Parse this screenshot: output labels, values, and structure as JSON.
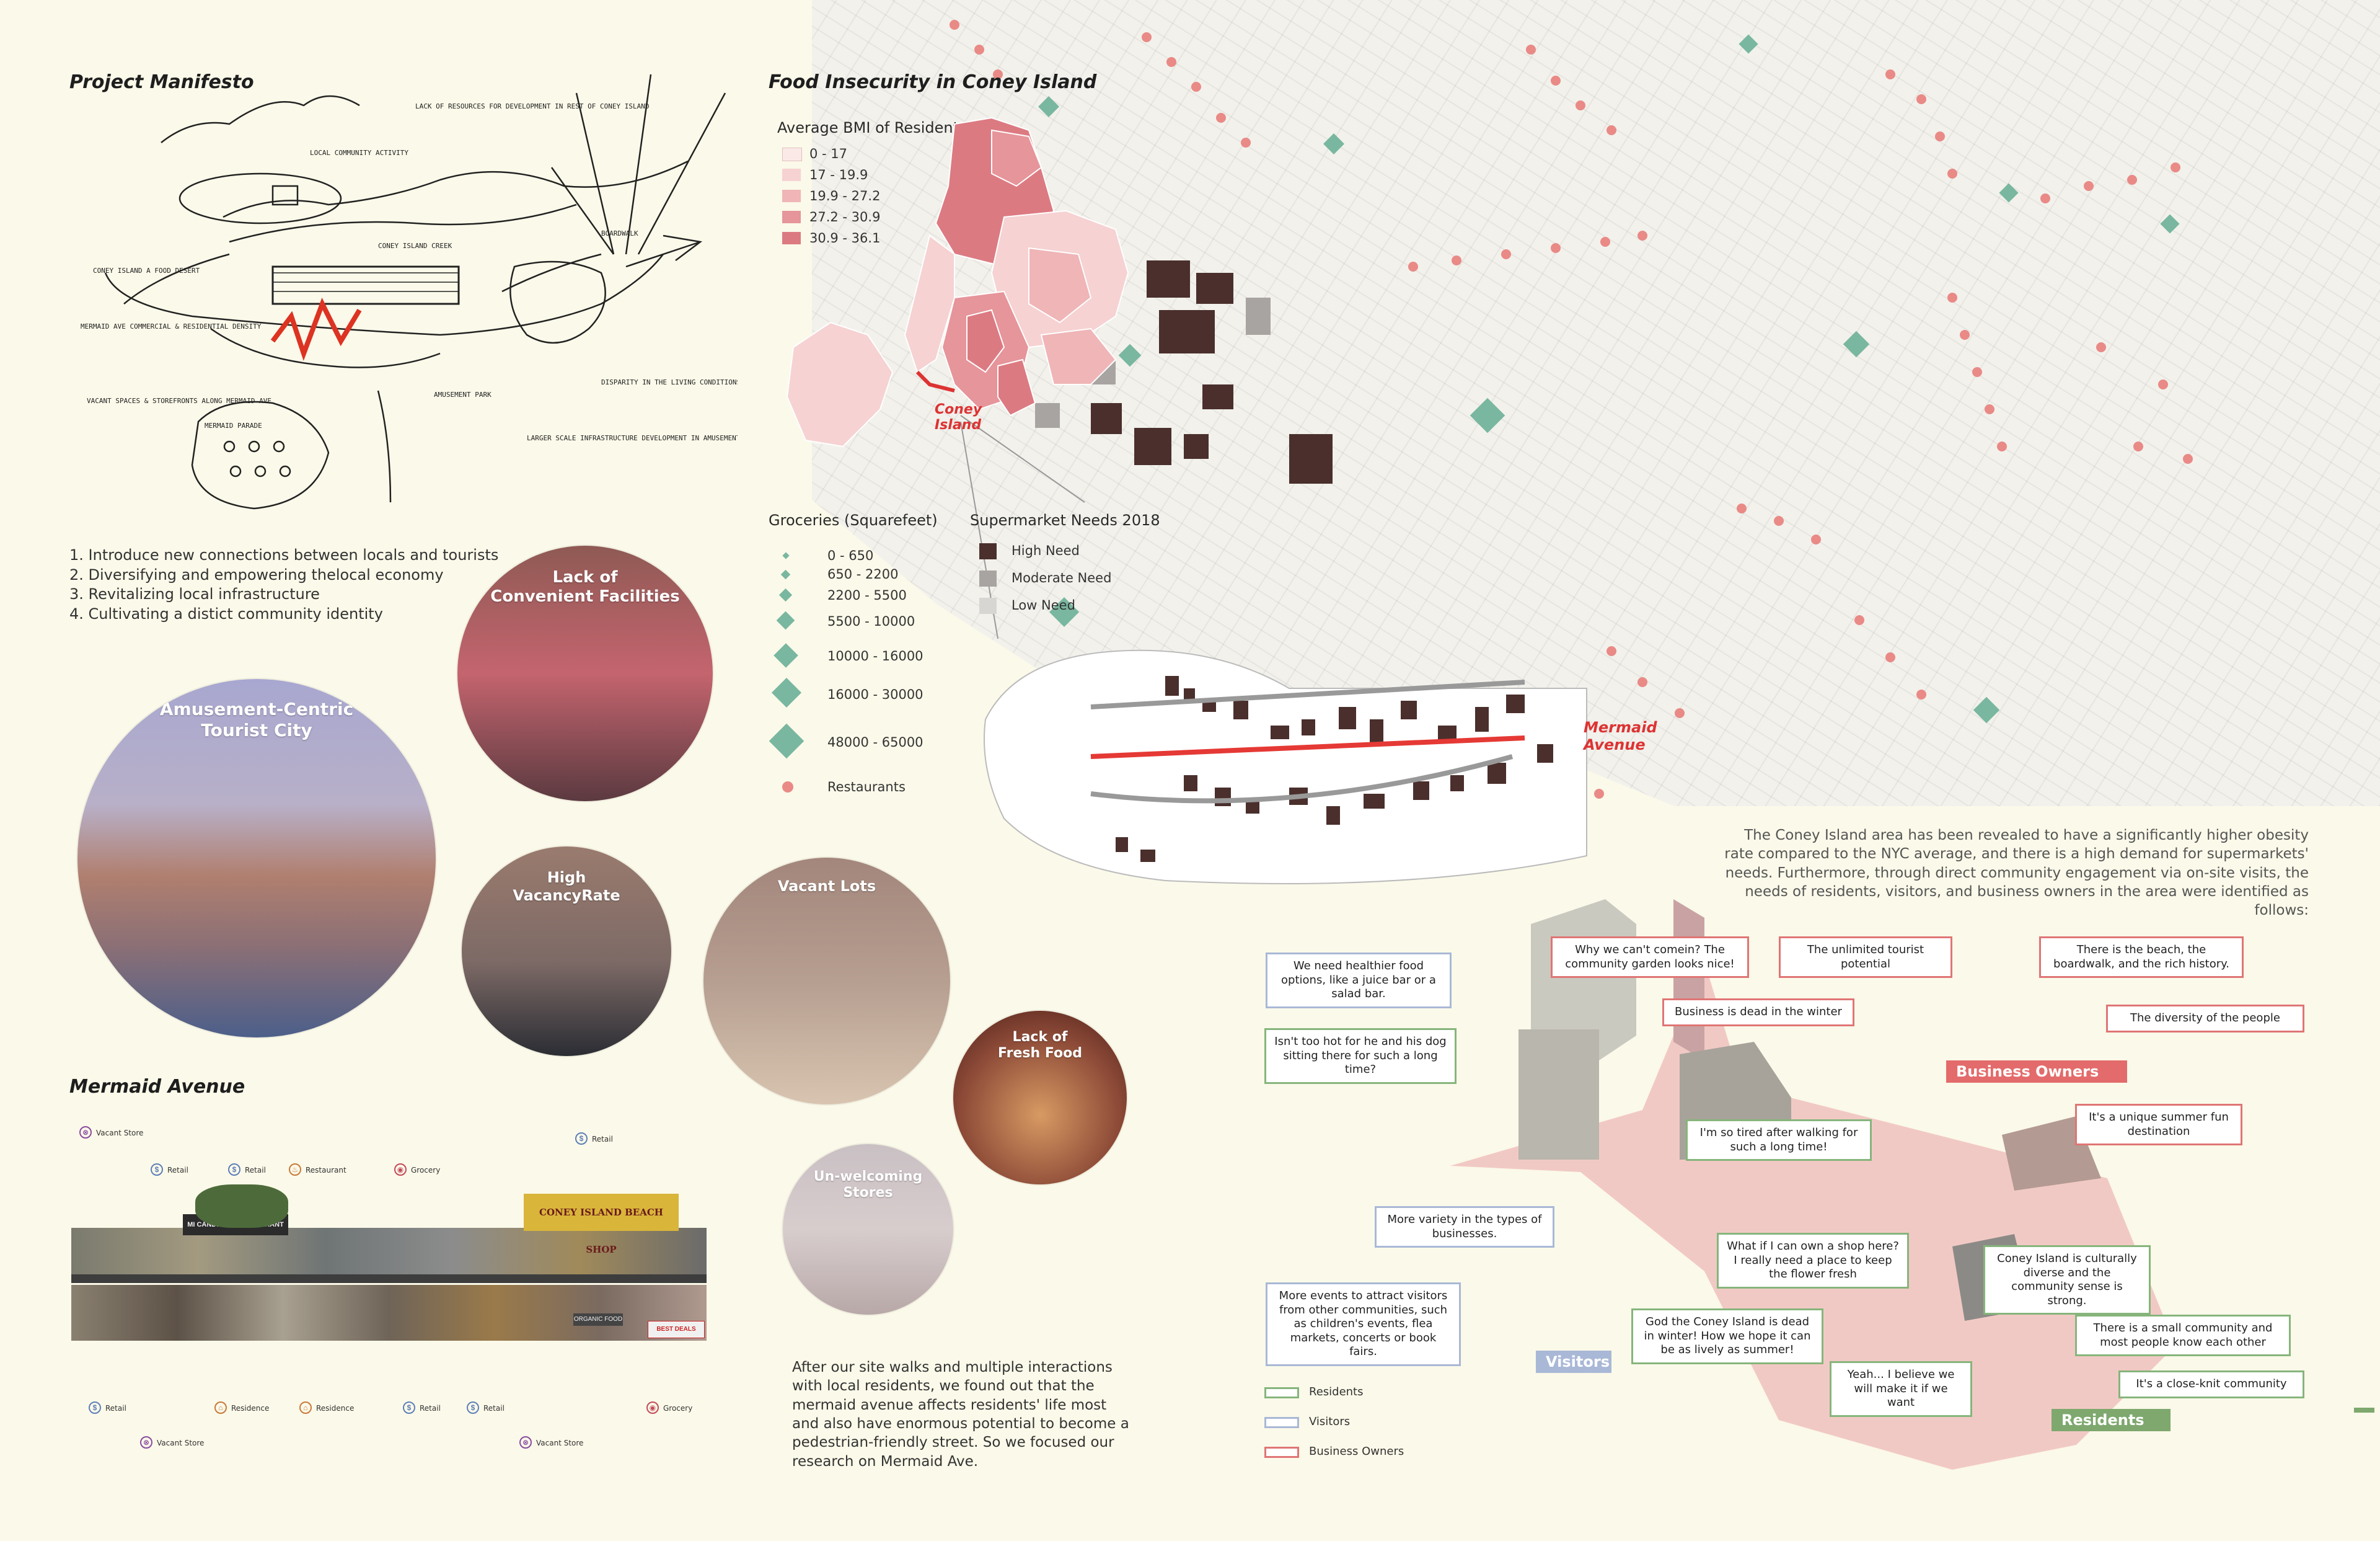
{
  "manifesto": {
    "title": "Project Manifesto",
    "sketch_notes": [
      "LACK OF RESOURCES FOR DEVELOPMENT IN REST OF CONEY ISLAND",
      "LOCAL COMMUNITY ACTIVITY",
      "CONEY ISLAND CREEK",
      "BOARDWALK",
      "CONEY ISLAND A FOOD DESERT",
      "MERMAID AVE COMMERCIAL & RESIDENTIAL DENSITY",
      "VACANT SPACES & STOREFRONTS ALONG MERMAID AVE",
      "DISPARITY IN THE LIVING CONDITIONS OF TOURISTS AND LOCAL RESIDENTS",
      "LARGER SCALE INFRASTRUCTURE DEVELOPMENT IN AMUSEMENT PARK AREA",
      "AMUSEMENT PARK",
      "MERMAID PARADE"
    ],
    "goals": [
      "1. Introduce new connections between locals and tourists",
      "2. Diversifying and empowering thelocal economy",
      "3. Revitalizing local infrastructure",
      "4. Cultivating a distict community identity"
    ]
  },
  "circles": [
    {
      "label": "Lack of\nConvenient Facilities",
      "color": "#b96a74"
    },
    {
      "label": "Amusement-Centric\nTourist City",
      "color": "#9a9fc4"
    },
    {
      "label": "High\nVacancyRate",
      "color": "#a78477"
    },
    {
      "label": "Vacant Lots",
      "color": "#b79b8c"
    },
    {
      "label": "Lack of\nFresh Food",
      "color": "#9a5a4c"
    },
    {
      "label": "Un-welcoming\nStores",
      "color": "#c6b6b6"
    }
  ],
  "mermaid": {
    "title": "Mermaid Avenue",
    "top_labels": [
      "Vacant Store",
      "Retail",
      "Retail",
      "Restaurant",
      "Grocery",
      "Retail"
    ],
    "bottom_labels": [
      "Retail",
      "Vacant Store",
      "Residence",
      "Residence",
      "Retail",
      "Retail",
      "Vacant Store",
      "Grocery"
    ],
    "sign_labels": [
      "MI CANDELITA RESTAURANT",
      "CONEY ISLAND BEACH SHOP",
      "ORGANIC FOOD",
      "BEST DEALS"
    ],
    "paragraph": "After our site walks and multiple interactions with local residents, we found out that the mermaid avenue affects residents' life most and also have enormous potential to become a pedestrian-friendly street. So we focused our research on Mermaid Ave."
  },
  "food": {
    "title": "Food Insecurity in Coney Island",
    "bmi_title": "Average BMI of Residents",
    "bmi_legend": [
      {
        "label": "0 - 17",
        "color": "#fbe9e8"
      },
      {
        "label": "17 - 19.9",
        "color": "#f6d2d2"
      },
      {
        "label": "19.9 - 27.2",
        "color": "#efb5b7"
      },
      {
        "label": "27.2 - 30.9",
        "color": "#e6959a"
      },
      {
        "label": "30.9 - 36.1",
        "color": "#dc7a82"
      }
    ],
    "coney_label": "Coney\nIsland",
    "groceries_title": "Groceries (Squarefeet)",
    "groceries_legend": [
      "0 - 650",
      "650 - 2200",
      "2200 - 5500",
      "5500 - 10000",
      "10000 - 16000",
      "16000 - 30000",
      "48000 - 65000"
    ],
    "restaurants_label": "Restaurants",
    "needs_title": "Supermarket Needs 2018",
    "needs_legend": [
      {
        "label": "High Need",
        "color": "#4a2f2c"
      },
      {
        "label": "Moderate Need",
        "color": "#a8a4a1"
      },
      {
        "label": "Low Need",
        "color": "#d7d6d2"
      }
    ],
    "mermaid_ave_label": "Mermaid\nAvenue",
    "description": "The Coney Island area has been revealed to have a significantly higher obesity rate compared to the NYC average, and there is a high demand for supermarkets' needs. Furthermore, through direct community engagement via on-site visits, the needs of residents, visitors, and business owners in the area were identified as follows:"
  },
  "voices": {
    "visitors": [
      "We need healthier food options, like a juice bar or a salad bar.",
      "More variety in the types of businesses.",
      "More events to attract visitors from other communities, such as children's events, flea markets, concerts or book fairs."
    ],
    "residents": [
      "Isn't too hot for he and his dog sitting there for such a long time?",
      "I'm so tired after walking for such a long time!",
      "What if I can own a shop here? I really need a place to keep the flower fresh",
      "God the Coney Island is dead in winter! How we hope it can be as lively as summer!",
      "Yeah... I believe we will make it if we want",
      "Coney Island is culturally diverse and the community sense is strong.",
      "There is a small community and most people know each other",
      "It's a close-knit community"
    ],
    "owners": [
      "Why we can't comein? The community garden looks nice!",
      "The unlimited tourist potential",
      "There is the beach, the boardwalk, and the rich history.",
      "Business is dead in the winter",
      "The diversity of the people",
      "It's a unique summer fun destination"
    ],
    "tags": {
      "owners": "Business Owners",
      "visitors": "Visitors",
      "residents": "Residents"
    },
    "legend": [
      "Residents",
      "Visitors",
      "Business Owners"
    ]
  }
}
